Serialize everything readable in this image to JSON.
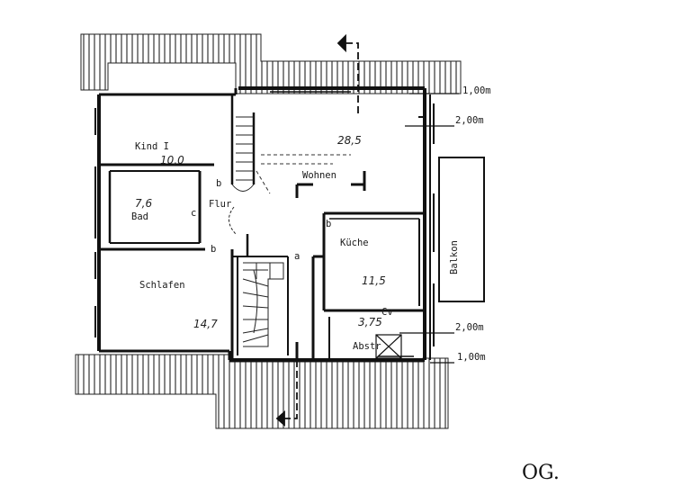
{
  "rooms": {
    "kind": {
      "name": "Kind I",
      "area": "10,0"
    },
    "wohnen": {
      "name": "Wohnen",
      "area": "28,5"
    },
    "bad": {
      "name": "Bad",
      "area": "7,6"
    },
    "flur": {
      "name": "Flur"
    },
    "kueche": {
      "name": "Küche",
      "area": "11,5"
    },
    "schlafen": {
      "name": "Schlafen",
      "area": "14,7"
    },
    "abstr": {
      "name": "Abstr",
      "area": "3,75"
    },
    "balkon": {
      "name": "Balkon"
    }
  },
  "markers": {
    "b1": "b",
    "b2": "b",
    "b3": "b",
    "a": "a",
    "c": "c",
    "cv": "Cv"
  },
  "dimensions": {
    "top_1": "1,00m",
    "top_2": "2,00m",
    "bottom_2": "2,00m",
    "bottom_1": "1,00m"
  },
  "floor_label": "OG."
}
